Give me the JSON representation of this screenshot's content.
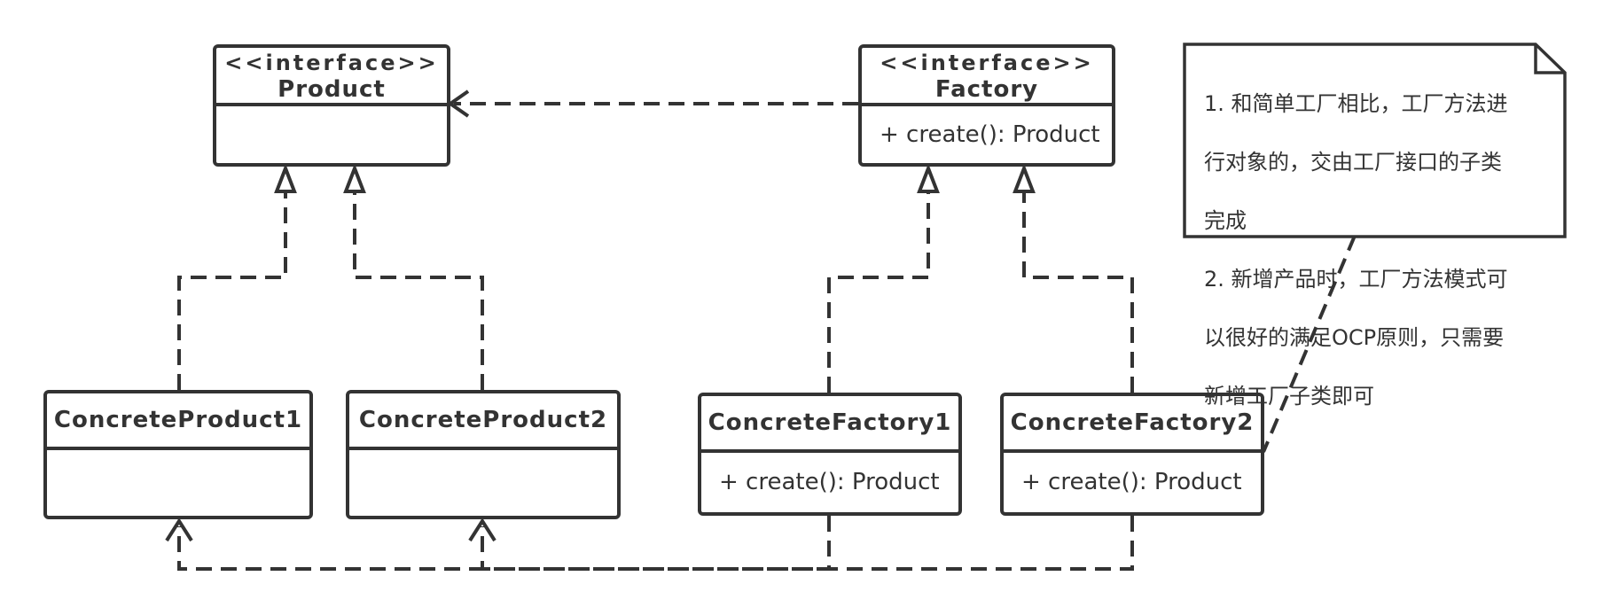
{
  "product": {
    "stereotype": "<<interface>>",
    "name": "Product"
  },
  "factory": {
    "stereotype": "<<interface>>",
    "name": "Factory",
    "method": "+ create(): Product"
  },
  "concrete_product_1": {
    "name": "ConcreteProduct1"
  },
  "concrete_product_2": {
    "name": "ConcreteProduct2"
  },
  "concrete_factory_1": {
    "name": "ConcreteFactory1",
    "method": "+ create(): Product"
  },
  "concrete_factory_2": {
    "name": "ConcreteFactory2",
    "method": "+ create(): Product"
  },
  "note": {
    "lines": [
      "1. 和简单工厂相比，工厂方法进",
      "行对象的，交由工厂接口的子类",
      "完成",
      "2. 新增产品时，工厂方法模式可",
      "以很好的满足OCP原则，只需要",
      "新增工厂子类即可"
    ]
  },
  "colors": {
    "stroke": "#333333",
    "background": "#ffffff"
  }
}
